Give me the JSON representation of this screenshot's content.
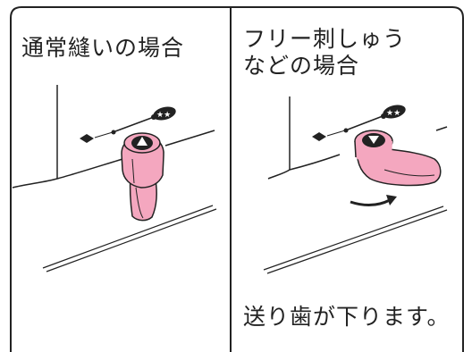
{
  "left_panel": {
    "title": "通常縫いの場合"
  },
  "right_panel": {
    "title": "フリー刺しゅう\nなどの場合",
    "note": "送り歯が下ります。"
  },
  "colors": {
    "knob_fill": "#f4a7bf",
    "knob_dark": "#e48aa6",
    "line": "#222222",
    "background": "#ffffff"
  }
}
